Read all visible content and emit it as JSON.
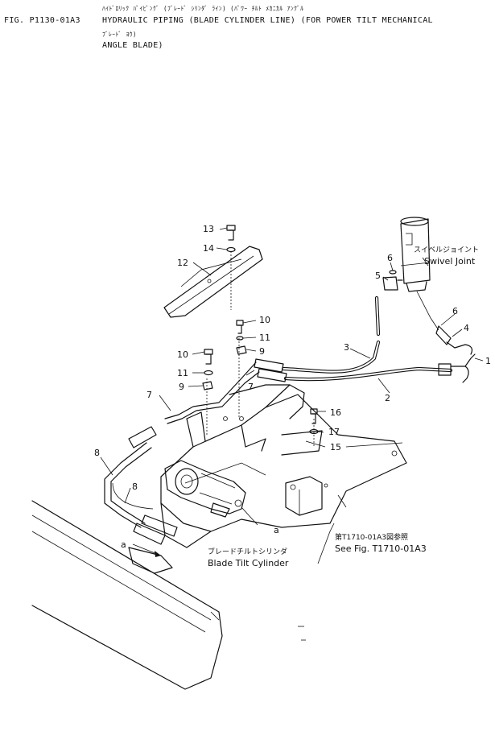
{
  "header": {
    "fig_no": "FIG. P1130-01A3",
    "jp_line1": "ﾊｲﾄﾞﾛﾘｯｸ ﾊﾟｲﾋﾟﾝｸﾞ (ﾌﾞﾚｰﾄﾞ ｼﾘﾝﾀﾞ ﾗｲﾝ) (ﾊﾟﾜｰ ﾁﾙﾄ ﾒｶﾆｶﾙ ｱﾝｸﾞﾙ",
    "title_line1": "HYDRAULIC PIPING (BLADE CYLINDER LINE) (FOR POWER TILT MECHANICAL",
    "jp_line2": "ﾌﾞﾚｰﾄﾞ ﾖｳ)",
    "title_line2": "ANGLE BLADE)"
  },
  "labels": {
    "swivel_jp": "スイベルジョイント",
    "swivel_en": "Swivel Joint",
    "cyl_jp": "ブレードチルトシリンダ",
    "cyl_en": "Blade Tilt Cylinder",
    "see_jp": "第T1710-01A3図参照",
    "see_en": "See Fig. T1710-01A3",
    "ref_a_upper": "a",
    "ref_a_lower": "a"
  },
  "callouts": [
    "1",
    "2",
    "3",
    "4",
    "5",
    "6",
    "6",
    "7",
    "7",
    "8",
    "8",
    "9",
    "9",
    "10",
    "10",
    "11",
    "11",
    "12",
    "13",
    "14",
    "15",
    "16",
    "17"
  ]
}
